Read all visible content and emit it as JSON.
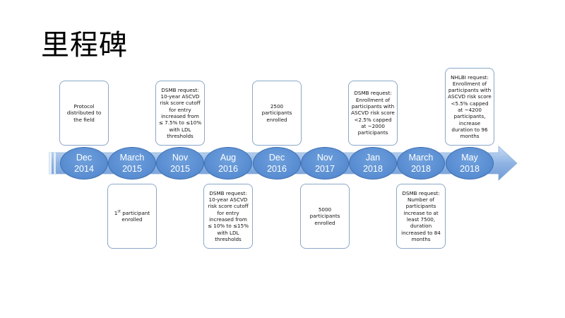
{
  "title": "里程碑",
  "milestones": [
    {
      "month": "Dec",
      "year": "2014",
      "event": "Protocol distributed to the field"
    },
    {
      "month": "March",
      "year": "2015",
      "event_pre": "1",
      "event_sup": "st",
      "event_post": " participant enrolled"
    },
    {
      "month": "Nov",
      "year": "2015",
      "event": "DSMB request: 10-year ASCVD risk score cutoff for entry increased from ≤ 7.5% to ≤10% with LDL thresholds"
    },
    {
      "month": "Aug",
      "year": "2016",
      "event": "DSMB request: 10-year ASCVD risk score cutoff for entry increased from ≤ 10% to ≤15% with LDL thresholds"
    },
    {
      "month": "Dec",
      "year": "2016",
      "event": "2500 participants enrolled"
    },
    {
      "month": "Nov",
      "year": "2017",
      "event": "5000 participants enrolled"
    },
    {
      "month": "Jan",
      "year": "2018",
      "event": "DSMB request: Enrollment of participants with ASCVD risk score <2.5% capped at ~2000 participants"
    },
    {
      "month": "March",
      "year": "2018",
      "event": "DSMB request: Number of participants increase to at least 7500, duration increased to 84 months"
    },
    {
      "month": "May",
      "year": "2018",
      "event": "NHLBI request: Enrollment of participants with ASCVD risk score <5.5% capped at ~4200 participants, increase duration to 96 months"
    }
  ],
  "colors": {
    "node": "#5b8fd3",
    "arrow": "#8fb4e3",
    "box_border": "#8aa7c9"
  }
}
